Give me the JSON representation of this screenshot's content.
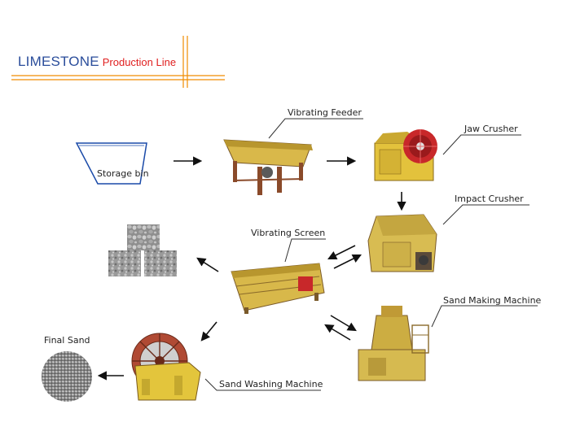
{
  "header": {
    "title_main": "LIMESTONE",
    "title_sub": "Production Line",
    "accent_color": "#f08c00",
    "title_color": "#2a4d9b",
    "subtitle_color": "#e02020"
  },
  "nodes": {
    "storage_bin": "Storage bin",
    "vibrating_feeder": "Vibrating Feeder",
    "jaw_crusher": "Jaw Crusher",
    "impact_crusher": "Impact Crusher",
    "vibrating_screen": "Vibrating Screen",
    "sand_making_machine": "Sand Making Machine",
    "sand_washing_machine": "Sand Washing Machine",
    "final_sand": "Final Sand"
  },
  "colors": {
    "machine_yellow": "#d9b84a",
    "machine_dark": "#7a5a2a",
    "jaw_wheel_red": "#c8282a",
    "washer_wheel_red": "#a83a2a",
    "bin_outline": "#1a4aa8",
    "arrow": "#111111"
  }
}
